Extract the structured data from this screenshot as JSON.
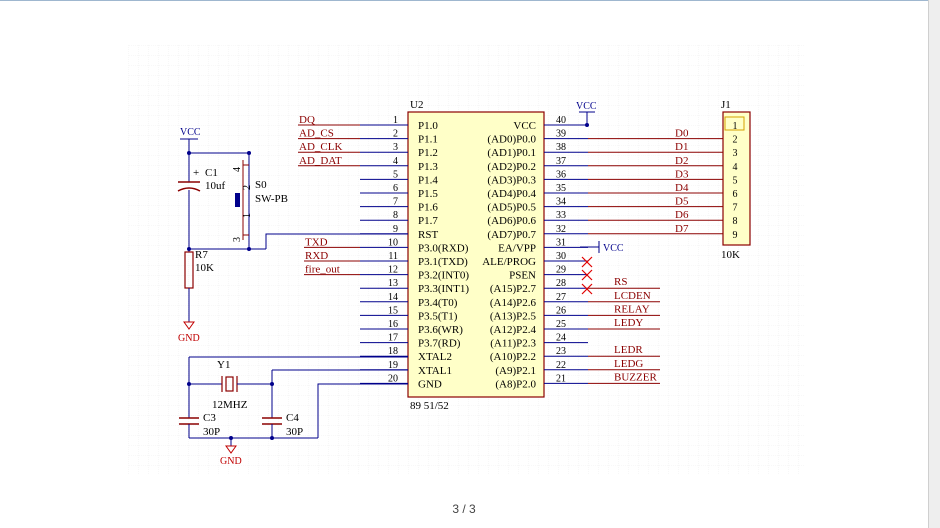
{
  "viewer": {
    "page_indicator": "3 / 3"
  },
  "schematic": {
    "mcu": {
      "ref": "U2",
      "part": "89 51/52",
      "left_pins": [
        {
          "num": "1",
          "name": "P1.0",
          "net": "DQ"
        },
        {
          "num": "2",
          "name": "P1.1",
          "net": "AD_CS"
        },
        {
          "num": "3",
          "name": "P1.2",
          "net": "AD_CLK"
        },
        {
          "num": "4",
          "name": "P1.3",
          "net": "AD_DAT"
        },
        {
          "num": "5",
          "name": "P1.4",
          "net": ""
        },
        {
          "num": "6",
          "name": "P1.5",
          "net": ""
        },
        {
          "num": "7",
          "name": "P1.6",
          "net": ""
        },
        {
          "num": "8",
          "name": "P1.7",
          "net": ""
        },
        {
          "num": "9",
          "name": "RST",
          "net": ""
        },
        {
          "num": "10",
          "name": "P3.0(RXD)",
          "net": "TXD"
        },
        {
          "num": "11",
          "name": "P3.1(TXD)",
          "net": "RXD"
        },
        {
          "num": "12",
          "name": "P3.2(INT0)",
          "net": "fire_out"
        },
        {
          "num": "13",
          "name": "P3.3(INT1)",
          "net": ""
        },
        {
          "num": "14",
          "name": "P3.4(T0)",
          "net": ""
        },
        {
          "num": "15",
          "name": "P3.5(T1)",
          "net": ""
        },
        {
          "num": "16",
          "name": "P3.6(WR)",
          "net": ""
        },
        {
          "num": "17",
          "name": "P3.7(RD)",
          "net": ""
        },
        {
          "num": "18",
          "name": "XTAL2",
          "net": ""
        },
        {
          "num": "19",
          "name": "XTAL1",
          "net": ""
        },
        {
          "num": "20",
          "name": "GND",
          "net": ""
        }
      ],
      "right_pins": [
        {
          "num": "40",
          "name": "VCC",
          "net": ""
        },
        {
          "num": "39",
          "name": "(AD0)P0.0",
          "net": "D0"
        },
        {
          "num": "38",
          "name": "(AD1)P0.1",
          "net": "D1"
        },
        {
          "num": "37",
          "name": "(AD2)P0.2",
          "net": "D2"
        },
        {
          "num": "36",
          "name": "(AD3)P0.3",
          "net": "D3"
        },
        {
          "num": "35",
          "name": "(AD4)P0.4",
          "net": "D4"
        },
        {
          "num": "34",
          "name": "(AD5)P0.5",
          "net": "D5"
        },
        {
          "num": "33",
          "name": "(AD6)P0.6",
          "net": "D6"
        },
        {
          "num": "32",
          "name": "(AD7)P0.7",
          "net": "D7"
        },
        {
          "num": "31",
          "name": "EA/VPP",
          "net": ""
        },
        {
          "num": "30",
          "name": "ALE/PROG",
          "net": ""
        },
        {
          "num": "29",
          "name": "PSEN",
          "net": ""
        },
        {
          "num": "28",
          "name": "(A15)P2.7",
          "net": "RS"
        },
        {
          "num": "27",
          "name": "(A14)P2.6",
          "net": "LCDEN"
        },
        {
          "num": "26",
          "name": "(A13)P2.5",
          "net": "RELAY"
        },
        {
          "num": "25",
          "name": "(A12)P2.4",
          "net": "LEDY"
        },
        {
          "num": "24",
          "name": "(A11)P2.3",
          "net": ""
        },
        {
          "num": "23",
          "name": "(A10)P2.2",
          "net": "LEDR"
        },
        {
          "num": "22",
          "name": "(A9)P2.1",
          "net": "LEDG"
        },
        {
          "num": "21",
          "name": "(A8)P2.0",
          "net": "BUZZER"
        }
      ]
    },
    "header": {
      "ref": "J1",
      "value": "10K",
      "pins": [
        "1",
        "2",
        "3",
        "4",
        "5",
        "6",
        "7",
        "8",
        "9"
      ]
    },
    "power": {
      "vcc": "VCC",
      "gnd": "GND"
    },
    "reset": {
      "cap_ref": "C1",
      "cap_value": "10uf",
      "cap_polarity": "+",
      "switch_ref": "S0",
      "switch_value": "SW-PB",
      "switch_pins": [
        "4",
        "2",
        "1",
        "3"
      ],
      "res_ref": "R7",
      "res_value": "10K"
    },
    "clock": {
      "crystal_ref": "Y1",
      "crystal_value": "12MHZ",
      "c3_ref": "C3",
      "c3_value": "30P",
      "c4_ref": "C4",
      "c4_value": "30P"
    }
  },
  "colors": {
    "wire": "#00008b",
    "component": "#8b0000",
    "chip_fill": "#ffffc8",
    "grid": "#e4e4e4",
    "no_connect": "#e00000"
  }
}
